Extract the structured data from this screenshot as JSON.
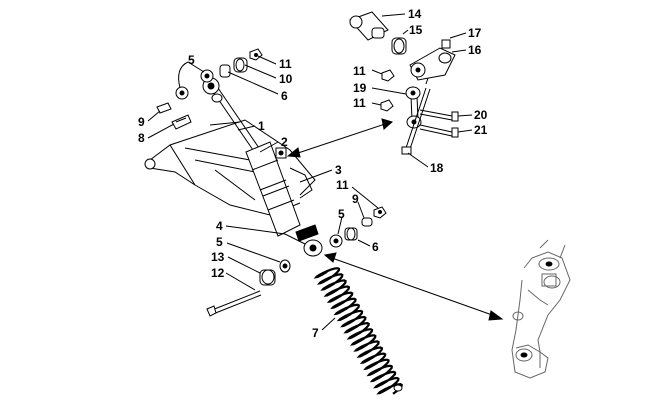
{
  "diagram": {
    "callouts": [
      "1",
      "2",
      "3",
      "4",
      "5",
      "5",
      "5",
      "6",
      "6",
      "7",
      "8",
      "9",
      "9",
      "10",
      "11",
      "11",
      "11",
      "11",
      "12",
      "13",
      "14",
      "15",
      "16",
      "17",
      "18",
      "19",
      "20",
      "21"
    ]
  },
  "colors": {
    "ink": "#000000",
    "background": "#ffffff",
    "shade": "#666666"
  }
}
